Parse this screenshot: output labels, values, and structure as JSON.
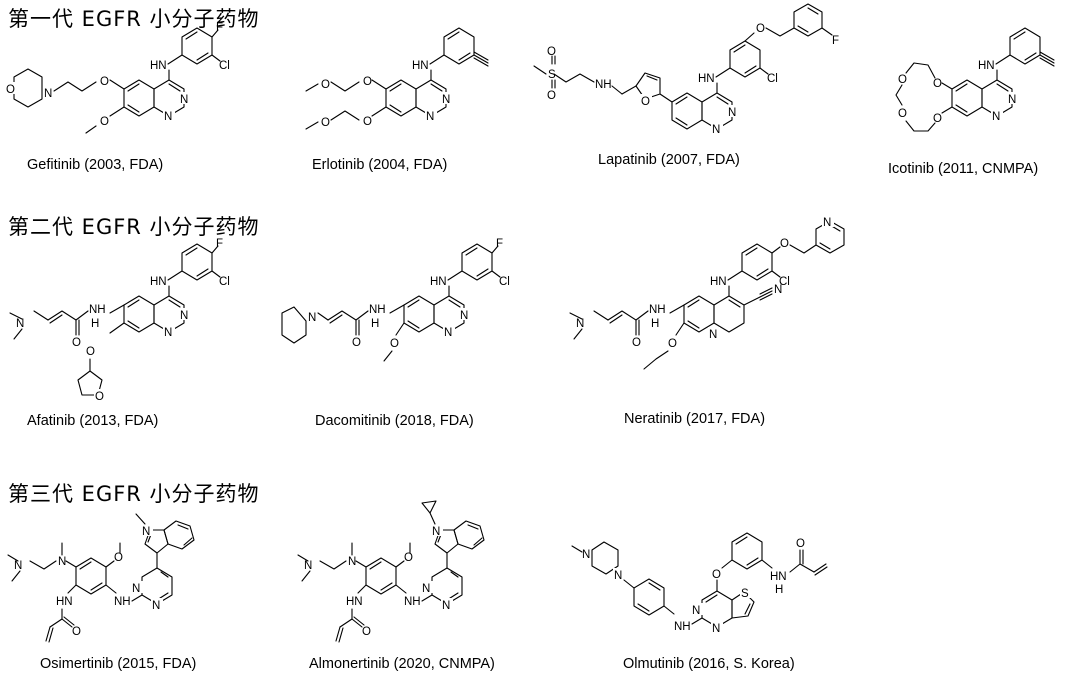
{
  "sections": [
    {
      "title": "第一代 EGFR 小分子药物"
    },
    {
      "title": "第二代 EGFR 小分子药物"
    },
    {
      "title": "第三代 EGFR 小分子药物"
    }
  ],
  "drugs": {
    "gefitinib": {
      "caption": "Gefitinib (2003, FDA)"
    },
    "erlotinib": {
      "caption": "Erlotinib (2004, FDA)"
    },
    "lapatinib": {
      "caption": "Lapatinib (2007, FDA)"
    },
    "icotinib": {
      "caption": "Icotinib (2011, CNMPA)"
    },
    "afatinib": {
      "caption": "Afatinib (2013, FDA)"
    },
    "dacomitinib": {
      "caption": "Dacomitinib (2018, FDA)"
    },
    "neratinib": {
      "caption": "Neratinib (2017, FDA)"
    },
    "osimertinib": {
      "caption": "Osimertinib (2015, FDA)"
    },
    "almonertinib": {
      "caption": "Almonertinib (2020, CNMPA)"
    },
    "olmutinib": {
      "caption": "Olmutinib (2016, S. Korea)"
    }
  },
  "atoms": {
    "n": "N",
    "nh": "HN",
    "nh_r": "NH",
    "h": "H",
    "o": "O",
    "s": "S",
    "f": "F",
    "cl": "Cl",
    "cn": "N",
    "n_me": "N"
  }
}
